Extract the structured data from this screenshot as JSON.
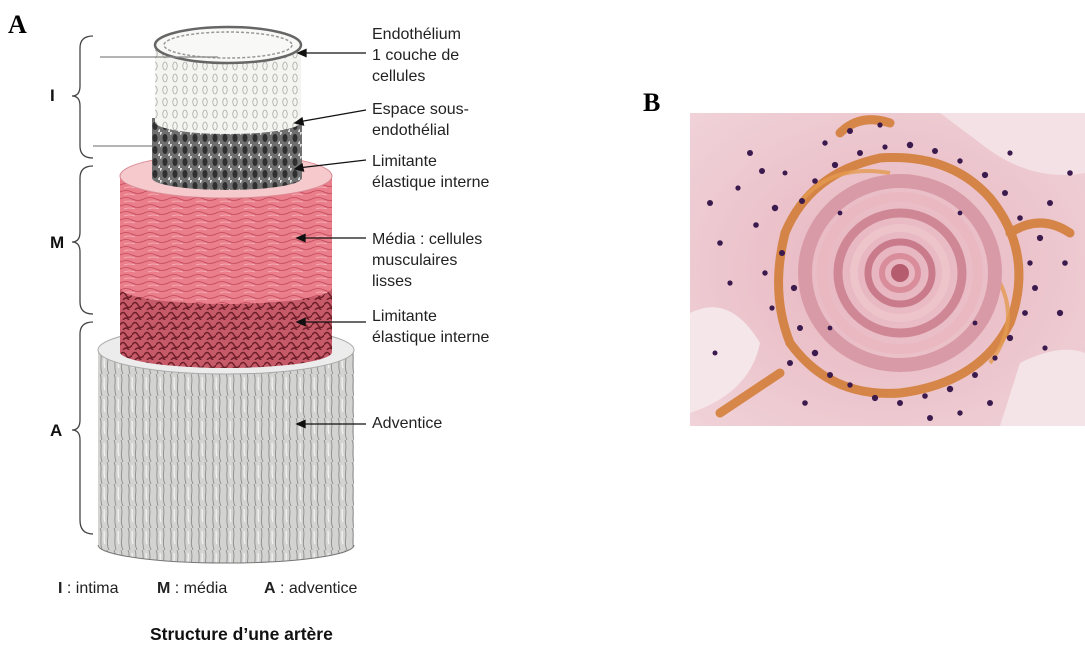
{
  "panel_a": {
    "letter": "A",
    "layer_brackets": {
      "intima": "I",
      "media": "M",
      "adventice": "A"
    },
    "annotations": {
      "endothelium": "Endothélium\n1 couche de\ncellules",
      "subendothelial": "Espace sous-\nendothélial",
      "internal_elastic_1": "Limitante\nélastique interne",
      "media": "Média : cellules\nmusculaires\nlisses",
      "internal_elastic_2": "Limitante\nélastique interne",
      "adventice": "Adventice"
    },
    "legend": {
      "i_key": "I",
      "i_text": " : intima",
      "m_key": "M",
      "m_text": " : média",
      "a_key": "A",
      "a_text": " : adventice"
    },
    "caption": "Structure d’une artère"
  },
  "panel_b": {
    "letter": "B"
  },
  "colors": {
    "intima": "#f2f2ee",
    "endothelium_dark": "#555555",
    "media_pink": "#e7707f",
    "elastic_dark": "#8a2b36",
    "adventice": "#cfcfcf",
    "histology_bg": "#ecc3cb",
    "histology_orange": "#d97a2c",
    "histology_nuclei": "#3a1b4a"
  }
}
